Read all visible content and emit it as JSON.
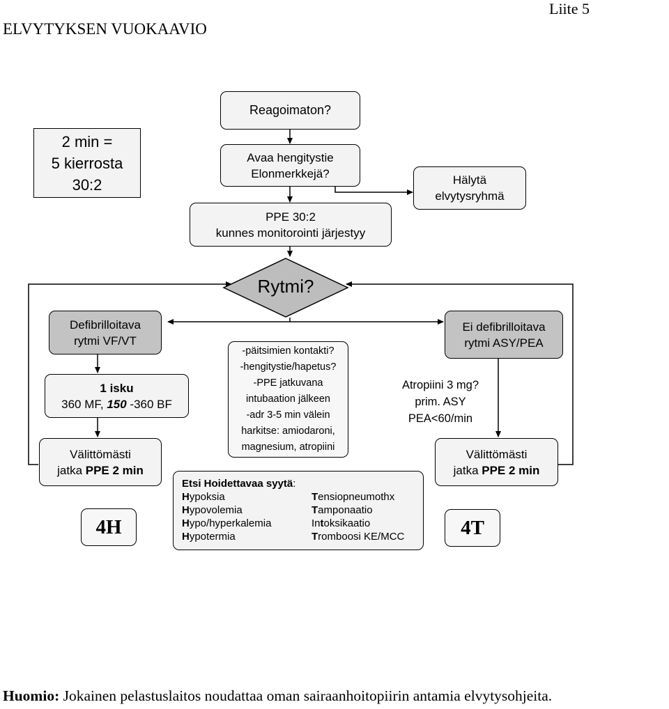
{
  "header": {
    "title": "ELVYTYKSEN VUOKAAVIO",
    "appendix": "Liite 5"
  },
  "cycle_box": {
    "lines": [
      "2 min =",
      "5 kierrosta",
      "30:2"
    ]
  },
  "steps": {
    "unresponsive": "Reagoimaton?",
    "airway": [
      "Avaa hengitystie",
      "Elonmerkkejä?"
    ],
    "cpr": [
      "PPE 30:2",
      "kunnes monitorointi järjestyy"
    ],
    "alarm": [
      "Hälytä",
      "elvytysryhmä"
    ],
    "rhythm": "Rytmi?"
  },
  "shockable": {
    "title": [
      "Defibrilloitava",
      "rytmi VF/VT"
    ],
    "shock": {
      "line1": "1 isku",
      "line2_prefix": "360 MF, ",
      "line2_bold": "150",
      "line2_suffix": " -360 BF"
    },
    "continue": {
      "line1": "Välittömästi",
      "line2_prefix": "jatka ",
      "line2_bold": "PPE 2 min"
    },
    "badge": "4H"
  },
  "non_shockable": {
    "title": [
      "Ei defibrilloitava",
      "rytmi ASY/PEA"
    ],
    "atropine": [
      "Atropiini 3 mg?",
      "prim. ASY",
      "PEA<60/min"
    ],
    "continue": {
      "line1": "Välittömästi",
      "line2_prefix": "jatka ",
      "line2_bold": "PPE 2 min"
    },
    "badge": "4T"
  },
  "during_cpr": [
    "-päitsimien kontakti?",
    "-hengitystie/hapetus?",
    "-PPE jatkuvana",
    "intubaation jälkeen",
    "-adr 3-5 min välein",
    "harkitse: amiodaroni,",
    "magnesium, atropiini"
  ],
  "causes": {
    "heading": "Etsi Hoidettavaa syytä",
    "heading_suffix": ":",
    "rows": [
      {
        "h_init": "H",
        "h_rest": "ypoksia",
        "t_init": "T",
        "t_rest": "ensiopneumothx"
      },
      {
        "h_init": "H",
        "h_rest": "ypovolemia",
        "t_init": "T",
        "t_rest": "amponaatio"
      },
      {
        "h_init": "H",
        "h_rest": "ypo/hyperkalemia",
        "t_init": "In",
        "t_mid": "t",
        "t_rest": "oksikaatio"
      },
      {
        "h_init": "H",
        "h_rest": "ypotermia",
        "t_init": "T",
        "t_rest": "romboosi KE/MCC"
      }
    ]
  },
  "footer": {
    "label": "Huomio:",
    "text": " Jokainen pelastuslaitos noudattaa oman sairaanhoitopiirin antamia elvytysohjeita."
  }
}
